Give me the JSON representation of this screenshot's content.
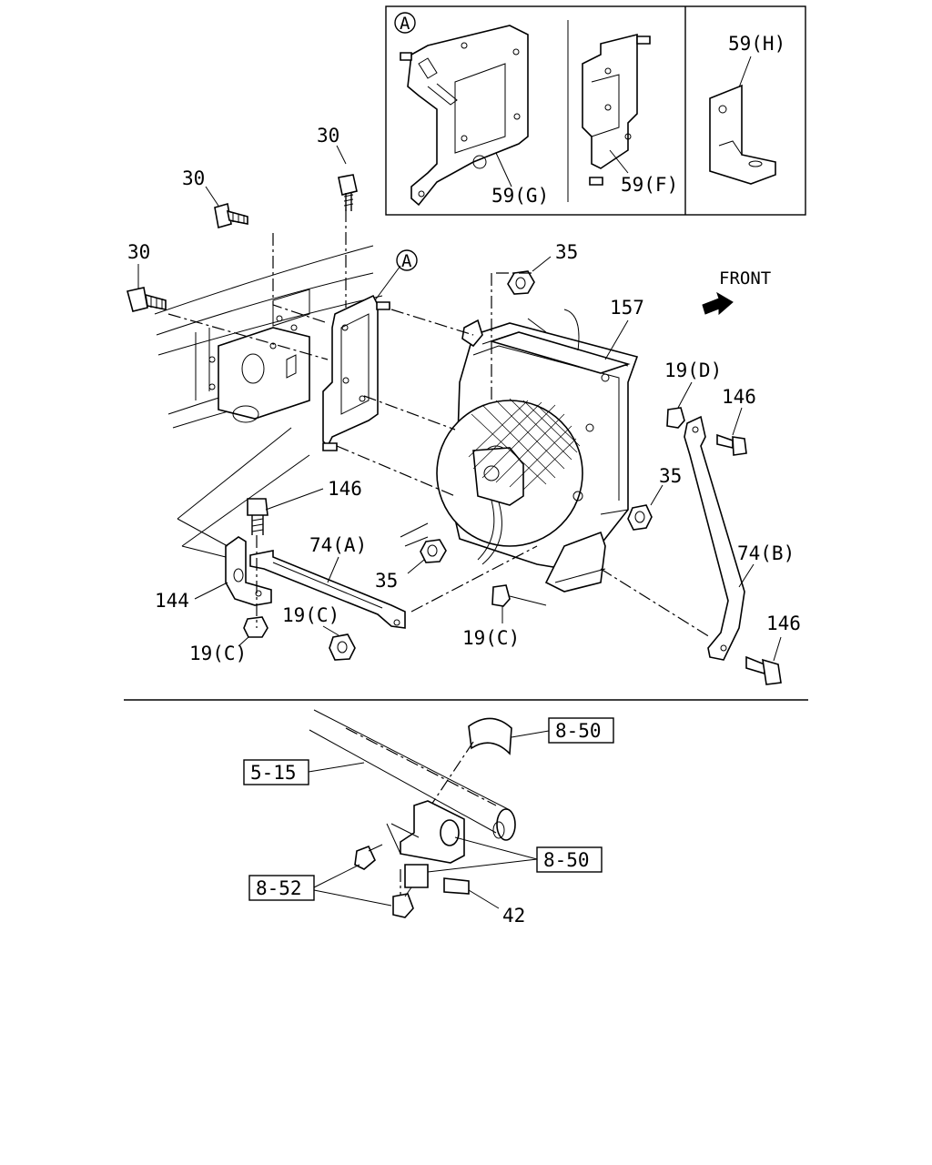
{
  "labels": {
    "inset_a": "A",
    "callout_a": "A",
    "p59g": "59(G)",
    "p59f": "59(F)",
    "p59h": "59(H)",
    "p30_top": "30",
    "p30_mid": "30",
    "p30_left": "30",
    "p35_top": "35",
    "p35_right": "35",
    "p35_low": "35",
    "p157": "157",
    "front": "FRONT",
    "p19d": "19(D)",
    "p146_right": "146",
    "p146_mid": "146",
    "p146_low": "146",
    "p74a": "74(A)",
    "p74b": "74(B)",
    "p144": "144",
    "p19c_a": "19(C)",
    "p19c_b": "19(C)",
    "p19c_c": "19(C)",
    "p42": "42"
  },
  "refs": {
    "r850_top": "8-50",
    "r515": "5-15",
    "r850_mid": "8-50",
    "r852": "8-52"
  }
}
